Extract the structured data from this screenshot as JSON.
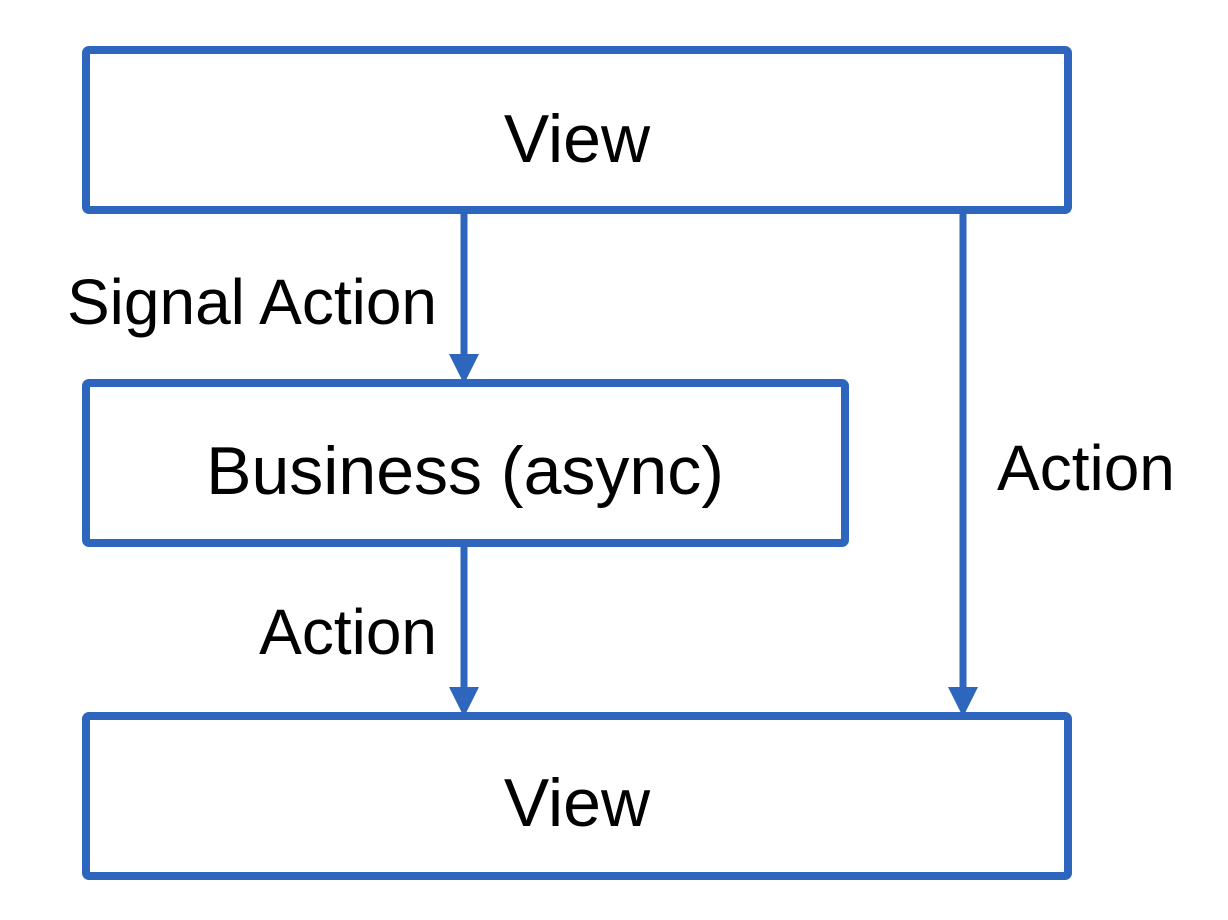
{
  "colors": {
    "stroke": "#2e66be",
    "text": "#000000",
    "background": "#ffffff"
  },
  "nodes": {
    "top_view": {
      "label": "View"
    },
    "business": {
      "label": "Business (async)"
    },
    "bottom_view": {
      "label": "View"
    }
  },
  "edges": {
    "view_to_business": {
      "from": "View",
      "to": "Business (async)",
      "label": "Signal Action"
    },
    "business_to_view": {
      "from": "Business (async)",
      "to": "View",
      "label": "Action"
    },
    "view_to_view": {
      "from": "View",
      "to": "View",
      "label": "Action"
    }
  }
}
